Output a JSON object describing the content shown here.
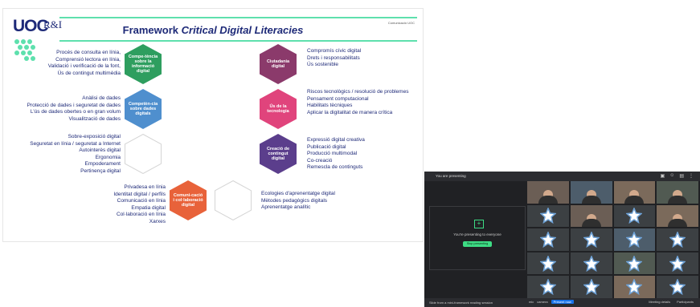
{
  "slide": {
    "logo_text": "UOC",
    "logo_sub": "R&I",
    "top_note": "Comunicació UOC",
    "title_prefix": "Framework ",
    "title_italic": "Critical Digital Literacies",
    "colors": {
      "navy": "#1e2a78",
      "green": "#2e9e5f",
      "purple": "#8b3a6b",
      "pink": "#e0447c",
      "blue": "#4f8fce",
      "violet": "#5b3e8c",
      "orange": "#e8623a",
      "accent": "#5ee0ad"
    },
    "hexagons": [
      {
        "label": "Compe-tència sobre la informació digital",
        "color": "#2e9e5f"
      },
      {
        "label": "Ciutadania digital",
        "color": "#8b3a6b"
      },
      {
        "label": "Competèn-cia sobre dades digitals",
        "color": "#4f8fce"
      },
      {
        "label": "Ús de la tecnologia",
        "color": "#e0447c"
      },
      {
        "label": "",
        "color": "outline"
      },
      {
        "label": "Creació de contingut digital",
        "color": "#5b3e8c"
      },
      {
        "label": "Comuni-cació i col·laboració digital",
        "color": "#e8623a"
      },
      {
        "label": "",
        "color": "outline"
      }
    ],
    "lists": {
      "info": [
        "Procés de consulta en línia,",
        "Comprensió lectora en línia,",
        "Validació i verificació de la font,",
        "Ús de contingut multimèdia"
      ],
      "citizen": [
        "Compromís cívic digital",
        "Drets i responsabilitats",
        "Ús sostenible"
      ],
      "data": [
        "Anàlisi de dades",
        "Protecció de dades i seguretat de dades",
        "L'ús de dades obertes o en gran volum",
        "Visualització de dades"
      ],
      "tech": [
        "Riscos tecnològics / resolució de problemes",
        "Pensament computacional",
        "Habilitats tècniques",
        "Aplicar la digitalitat de manera crítica"
      ],
      "wellbeing": [
        "Sobre-exposició digital",
        "Seguretat en línia / seguretat a Internet",
        "Autointerès digital",
        "Ergonomia",
        "Empoderament",
        "Pertinença digital"
      ],
      "creation": [
        "Expressió digital creativa",
        "Publicació digital",
        "Producció multimodal",
        "Co-creació",
        "Remescla de continguts"
      ],
      "communication": [
        "Privadesa en línia",
        "Identitat digital / perfils",
        "Comunicació en línia",
        "Empatia digital",
        "Col·laboració en línia",
        "Xarxes"
      ],
      "learning": [
        "Ecologies d'aprenentatge digital",
        "Mètodes pedagògics digitals",
        "Aprenentatge analític"
      ]
    }
  },
  "meet": {
    "title": "You are presenting",
    "top_icons": [
      "camera-icon",
      "people-icon",
      "chat-icon",
      "more-icon"
    ],
    "presenting_text": "You're presenting to everyone",
    "stop_button": "Stop presenting",
    "caption": "Slide from a mini-framework reading session",
    "controls": [
      "mic",
      "camera",
      "Present now"
    ],
    "right_controls": [
      "Meeting details",
      "Participants"
    ]
  }
}
